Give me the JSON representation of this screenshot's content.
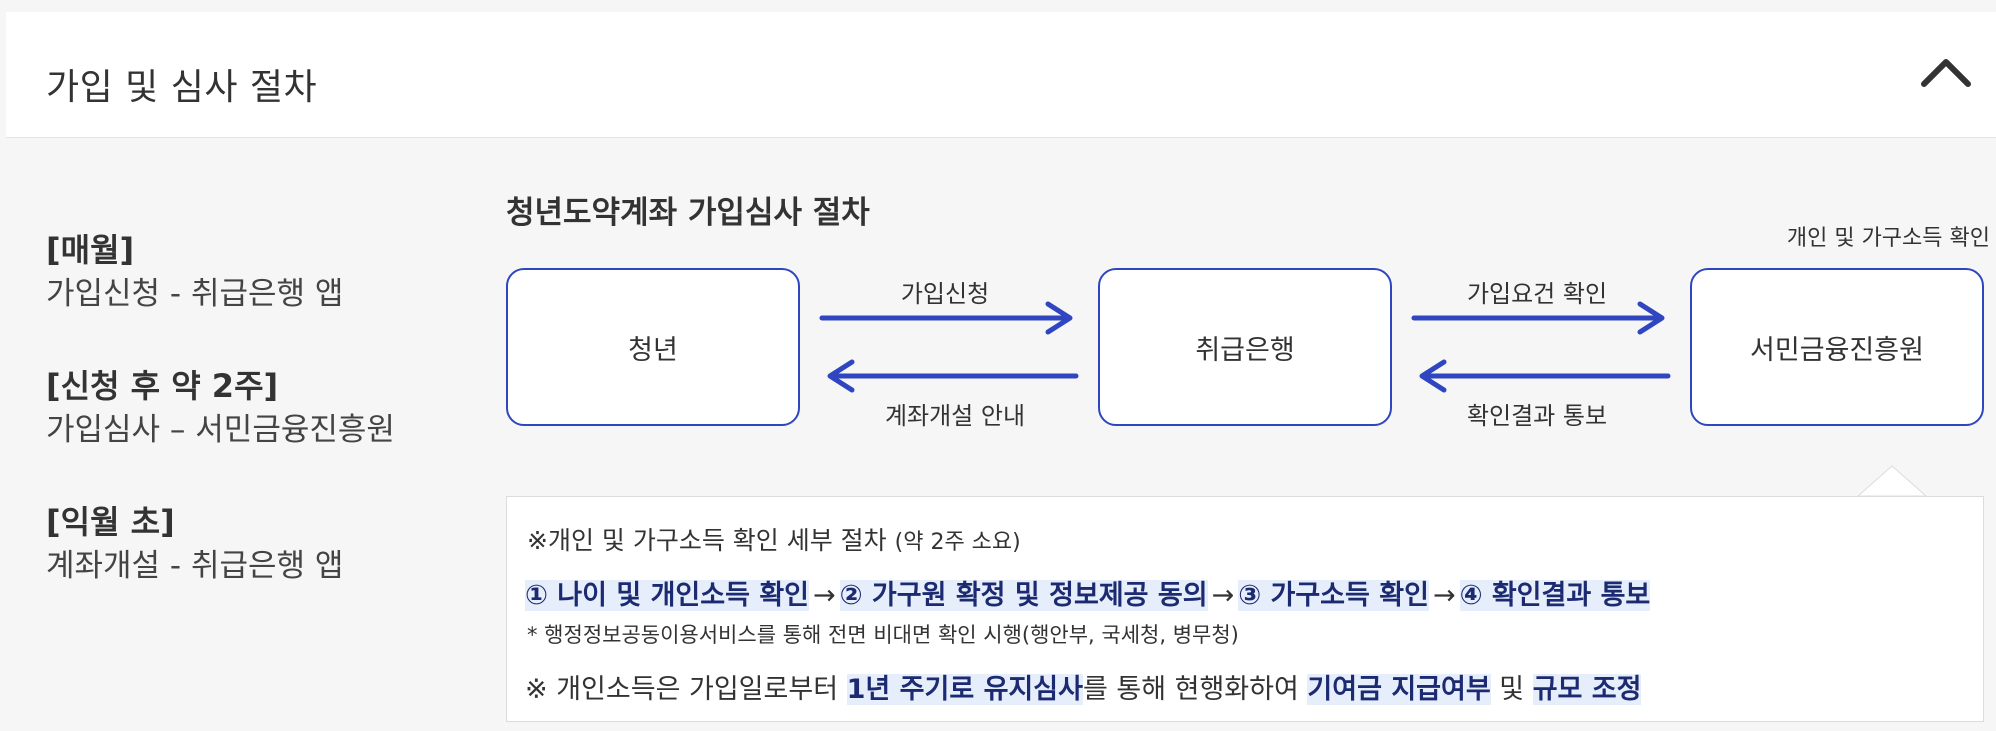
{
  "header": {
    "title": "가입 및 심사 절차",
    "toggle_icon": "chevron-up-icon"
  },
  "steps": [
    {
      "title": "[매월]",
      "desc": "가입신청 - 취급은행 앱"
    },
    {
      "title": "[신청 후 약 2주]",
      "desc": "가입심사 – 서민금융진흥원"
    },
    {
      "title": "[익월 초]",
      "desc": "계좌개설 - 취급은행 앱"
    }
  ],
  "process": {
    "title": "청년도약계좌 가입심사 절차",
    "note": "개인 및 가구소득 확인",
    "nodes": [
      "청년",
      "취급은행",
      "서민금융진흥원"
    ],
    "flows": {
      "youth_to_bank": "가입신청",
      "bank_to_youth": "계좌개설 안내",
      "bank_to_agency": "가입요건 확인",
      "agency_to_bank": "확인결과 통보"
    },
    "arrow_color": "#3045c0"
  },
  "detail": {
    "heading": "※개인 및 가구소득 확인 세부 절차",
    "heading_note": "(약 2주 소요)",
    "procedure": [
      "① 나이 및 개인소득 확인",
      "② 가구원 확정 및 정보제공 동의",
      "③ 가구소득 확인",
      "④ 확인결과 통보"
    ],
    "arrow": "→",
    "footnote": "* 행정정보공동이용서비스를 통해 전면 비대면 확인 시행(행안부, 국세청, 병무청)",
    "last": {
      "prefix": "※ 개인소득은 가입일로부터 ",
      "em1": "1년 주기로 유지심사",
      "mid": "를 통해 현행화하여 ",
      "em2": "기여금 지급여부",
      "mid2": " 및 ",
      "em3": "규모 조정"
    }
  }
}
